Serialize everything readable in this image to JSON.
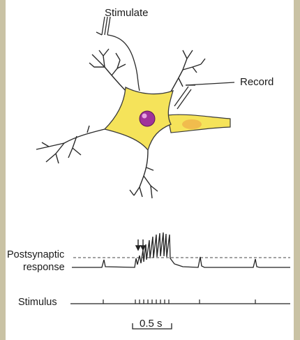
{
  "labels": {
    "stimulate": "Stimulate",
    "record": "Record",
    "postsynaptic_line1": "Postsynaptic",
    "postsynaptic_line2": "response",
    "stimulus": "Stimulus",
    "scale_bar": "0.5 s"
  },
  "colors": {
    "border": "#c9c2a4",
    "cell_body": "#f5e35a",
    "cell_outline": "#3a3a3a",
    "nucleus": "#a0339a",
    "recording_site": "#f0b24a",
    "trace": "#222222"
  },
  "traces": {
    "stimulus_events": "3 isolated stimuli and 1 burst of 9 stimuli",
    "response_events": "single small EPSPs; burst produces summating action potentials above threshold (dashed line)"
  }
}
